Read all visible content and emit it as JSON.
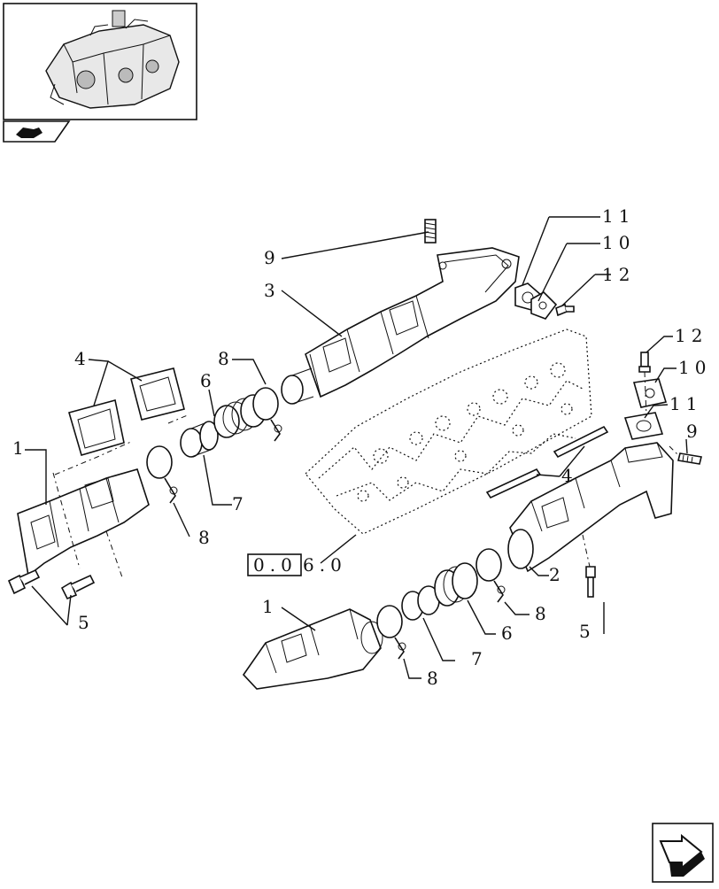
{
  "callouts": {
    "c1_left": "1",
    "c1_bottom": "1",
    "c2": "2",
    "c3": "3",
    "c4_left": "4",
    "c4_right": "4",
    "c5_left": "5",
    "c5_right": "5",
    "c6_top": "6",
    "c6_bottom": "6",
    "c7_top": "7",
    "c7_bottom": "7",
    "c8_top": "8",
    "c8_left": "8",
    "c8_right": "8",
    "c8_bottom": "8",
    "c9_top": "9",
    "c9_right": "9",
    "c10_top": "10",
    "c10_right": "10",
    "c11_top": "11",
    "c11_right": "11",
    "c12_top": "12",
    "c12_right": "12"
  },
  "reference_box": {
    "code": "0.0",
    "suffix": "6.0"
  },
  "icons": {
    "thumbnail": "engine-thumbnail-icon",
    "tab": "book-tab-icon",
    "next": "next-page-arrow-icon"
  }
}
